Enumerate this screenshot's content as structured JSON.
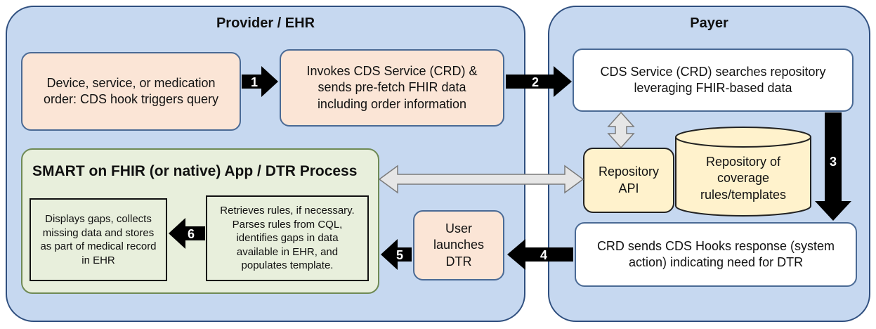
{
  "provider": {
    "title": "Provider / EHR",
    "order_box": "Device, service, or medication order: CDS hook triggers query",
    "invoke_box": "Invokes CDS Service (CRD) & sends pre-fetch FHIR data including order information",
    "smart_title": "SMART on FHIR (or native) App / DTR Process",
    "displays_box": "Displays gaps, collects missing data and stores as part of medical record in EHR",
    "retrieves_box": "Retrieves rules, if necessary. Parses rules from CQL, identifies gaps in data available in EHR, and populates template.",
    "user_box": "User launches DTR"
  },
  "payer": {
    "title": "Payer",
    "cds_box": "CDS Service (CRD) searches repository leveraging FHIR-based data",
    "repo_api": "Repository API",
    "repo_store": "Repository of coverage rules/templates",
    "crd_box": "CRD sends CDS Hooks response (system action) indicating need for DTR"
  },
  "arrows": [
    "1",
    "2",
    "3",
    "4",
    "5",
    "6"
  ],
  "colors": {
    "panel": "#c6d8f0",
    "panel_border": "#2f4f7f",
    "peach": "#fbe5d6",
    "green": "#e8efdc",
    "yellow": "#fff2cc",
    "arrow": "#000000",
    "double_arrow": "#e6e6e6"
  }
}
